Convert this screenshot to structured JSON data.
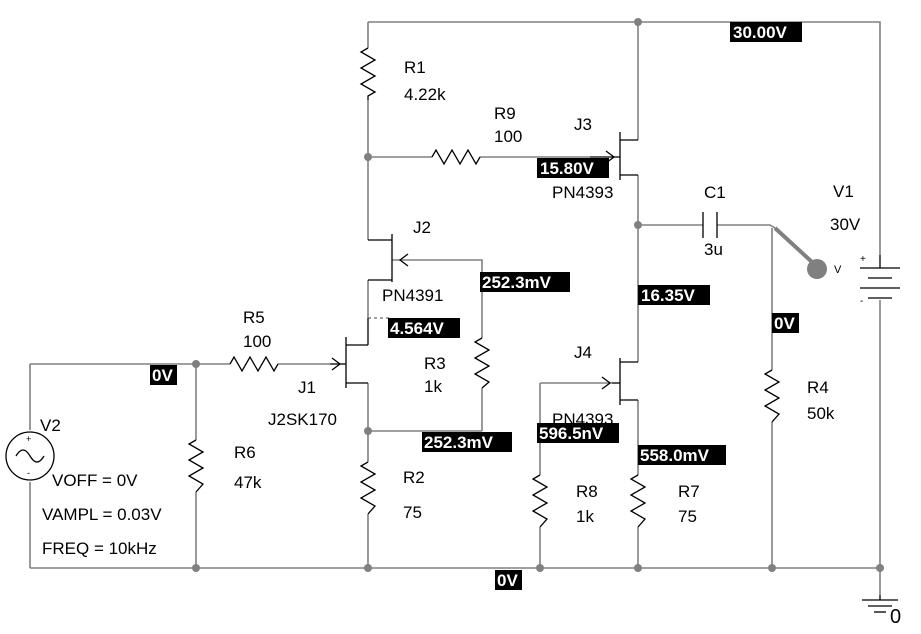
{
  "components": {
    "R1": {
      "name": "R1",
      "value": "4.22k"
    },
    "R9": {
      "name": "R9",
      "value": "100"
    },
    "J3": {
      "name": "J3",
      "model": "PN4393"
    },
    "C1": {
      "name": "C1",
      "value": "3u"
    },
    "V1": {
      "name": "V1",
      "value": "30V"
    },
    "J2": {
      "name": "J2",
      "model": "PN4391"
    },
    "R5": {
      "name": "R5",
      "value": "100"
    },
    "J1": {
      "name": "J1",
      "model": "J2SK170"
    },
    "R3": {
      "name": "R3",
      "value": "1k"
    },
    "J4": {
      "name": "J4",
      "model": "PN4393"
    },
    "R4": {
      "name": "R4",
      "value": "50k"
    },
    "V2": {
      "name": "V2",
      "voff": "VOFF = 0V",
      "vampl": "VAMPL = 0.03V",
      "freq": "FREQ = 10kHz"
    },
    "R6": {
      "name": "R6",
      "value": "47k"
    },
    "R2": {
      "name": "R2",
      "value": "75"
    },
    "R8": {
      "name": "R8",
      "value": "1k"
    },
    "R7": {
      "name": "R7",
      "value": "75"
    }
  },
  "probe": {
    "label": "V"
  },
  "ground": {
    "label": "0"
  },
  "voltages": {
    "top_rail": "30.00V",
    "j3_gate": "15.80V",
    "j2_source": "252.3mV",
    "j1_drain": "4.564V",
    "output_node": "16.35V",
    "load": "0V",
    "input": "0V",
    "j1_source": "252.3mV",
    "j4_gate": "596.5nV",
    "j4_source": "558.0mV",
    "ground_node": "0V"
  },
  "colors": {
    "wire": "#808080",
    "label_bg": "#000000",
    "label_text": "#ffffff",
    "probe": "#808080"
  }
}
